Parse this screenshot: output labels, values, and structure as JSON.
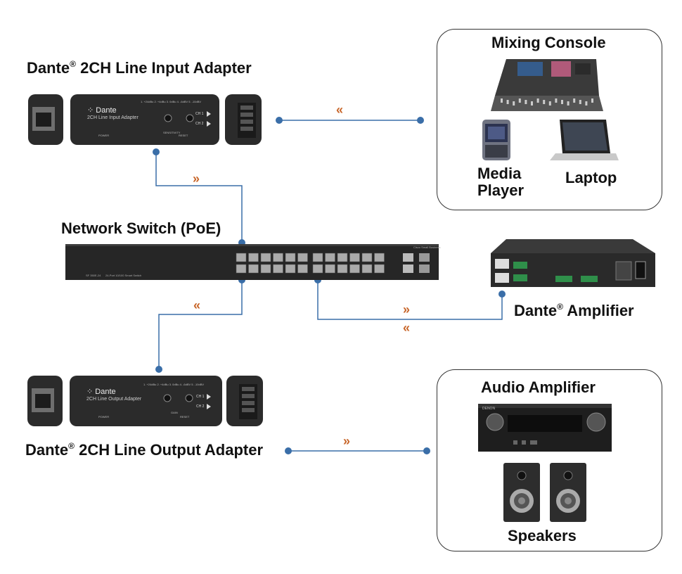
{
  "labels": {
    "input_adapter": {
      "brand": "Dante",
      "mark": "®",
      "rest": " 2CH Line Input Adapter"
    },
    "output_adapter": {
      "brand": "Dante",
      "mark": "®",
      "rest": " 2CH Line Output Adapter"
    },
    "amplifier": {
      "brand": "Dante",
      "mark": "®",
      "rest": " Amplifier"
    },
    "switch": "Network Switch (PoE)",
    "mixing_console": "Mixing Console",
    "media_player": "Media Player",
    "laptop": "Laptop",
    "audio_amplifier": "Audio Amplifier",
    "speakers": "Speakers"
  },
  "device_text": {
    "dante_logo": "Dante",
    "input_model": "2CH Line Input Adapter",
    "output_model": "2CH Line Output Adapter",
    "sensitivity": "SENSITIVITY",
    "gain": "GAIN",
    "reset": "RESET",
    "power": "POWER",
    "ch1": "CH 1",
    "ch2": "CH 2",
    "levels": "1. +24dBu  2. +4dBu  3. 0dBu  4. -6dBV  5. -10dBV",
    "switch_model": "SF 350E-24",
    "switch_desc": "24-Port 10/100 Smart Switch",
    "switch_brand": "Cisco Small Business",
    "amp_brand": "DENON"
  },
  "arrows": {
    "left": "«",
    "right": "»"
  },
  "colors": {
    "line": "#3a6ea8",
    "arrow": "#c8662a",
    "device": "#2b2b2b",
    "panel_border": "#333333"
  }
}
